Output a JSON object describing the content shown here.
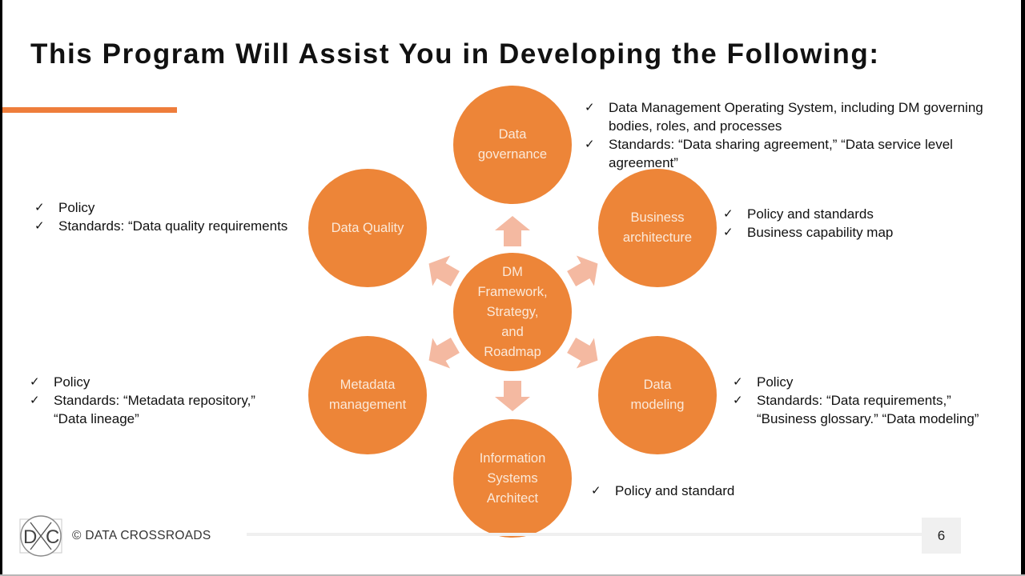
{
  "slide": {
    "title": "This Program Will Assist You in Developing the Following:",
    "accent_color": "#ee7d3b",
    "circle_color": "#ed8538",
    "arrow_color": "#f4b9a1"
  },
  "center": {
    "lines": [
      "DM",
      "Framework,",
      "Strategy,",
      "and",
      "Roadmap"
    ]
  },
  "nodes": {
    "governance": {
      "lines": [
        "Data",
        "governance"
      ],
      "bullets": [
        "Data Management Operating System, including DM governing bodies, roles, and processes",
        "Standards: “Data sharing agreement,” “Data service level agreement”"
      ]
    },
    "business": {
      "lines": [
        "Business",
        "architecture"
      ],
      "bullets": [
        "Policy and standards",
        "Business capability map"
      ]
    },
    "modeling": {
      "lines": [
        "Data",
        "modeling"
      ],
      "bullets": [
        "Policy",
        "Standards: “Data requirements,” “Business glossary.” “Data modeling”"
      ]
    },
    "infosys": {
      "lines": [
        "Information",
        "Systems",
        "Architect"
      ],
      "bullets": [
        "Policy and standard"
      ]
    },
    "metadata": {
      "lines": [
        "Metadata",
        "management"
      ],
      "bullets": [
        "Policy",
        "Standards: “Metadata repository,” “Data lineage”"
      ]
    },
    "quality": {
      "lines": [
        "Data Quality"
      ],
      "bullets": [
        "Policy",
        "Standards: “Data quality requirements"
      ]
    }
  },
  "check_glyph": "✓",
  "footer": {
    "logo_text": "DXC",
    "copyright": "© DATA CROSSROADS",
    "page_number": "6"
  }
}
